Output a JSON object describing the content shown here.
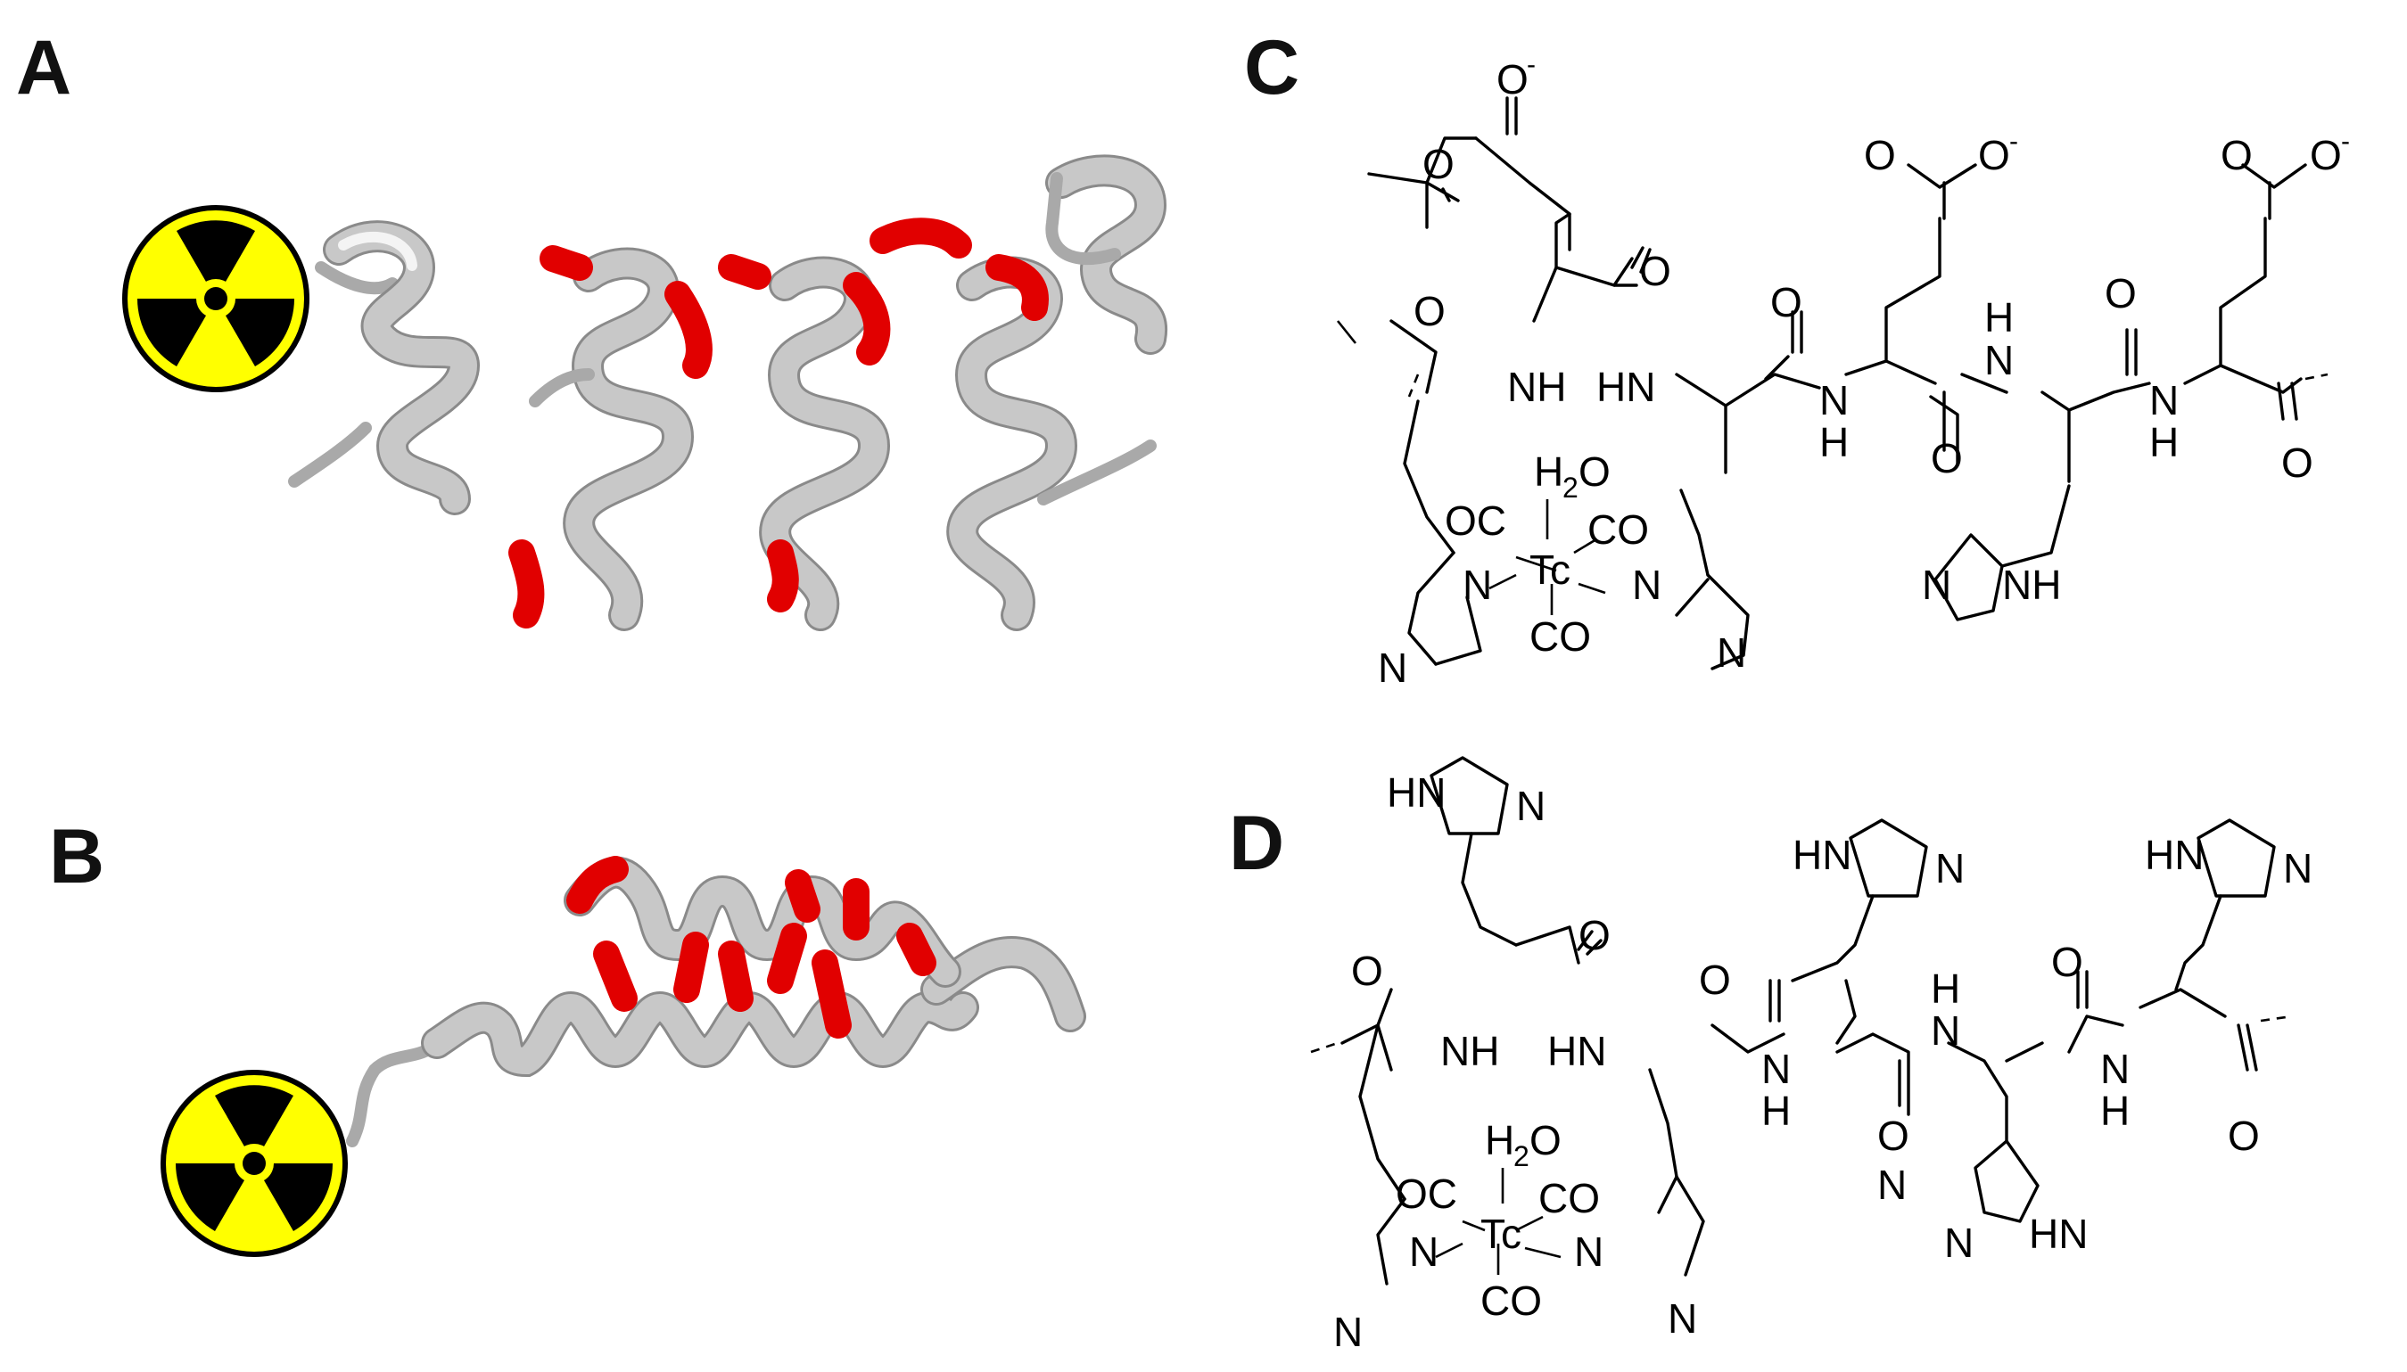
{
  "panels": {
    "a": {
      "label": "A"
    },
    "b": {
      "label": "B"
    },
    "c": {
      "label": "C"
    },
    "d": {
      "label": "D"
    }
  },
  "icons": {
    "radiation": "radiation-hazard-icon",
    "colors": {
      "radiation_fill": "#ffff00",
      "radiation_symbol": "#000000",
      "ribbon": "#c8c8c8",
      "highlight": "#e10000"
    }
  },
  "chem_c": {
    "carboxylate_o": "O",
    "carboxylate_o_minus": "O",
    "charge": "-",
    "carbonyl_o": "O",
    "nh": "NH",
    "hn": "HN",
    "n": "N",
    "h": "H",
    "imidazole_nh": "NH",
    "tc": "Tc",
    "water_h": "H",
    "water_2": "2",
    "water_o": "O",
    "oc": "OC",
    "co": "CO"
  },
  "chem_d": {
    "carbonyl_o": "O",
    "nh": "NH",
    "hn": "HN",
    "n": "N",
    "h": "H",
    "tc": "Tc",
    "water_h": "H",
    "water_2": "2",
    "water_o": "O",
    "oc": "OC",
    "co": "CO"
  }
}
